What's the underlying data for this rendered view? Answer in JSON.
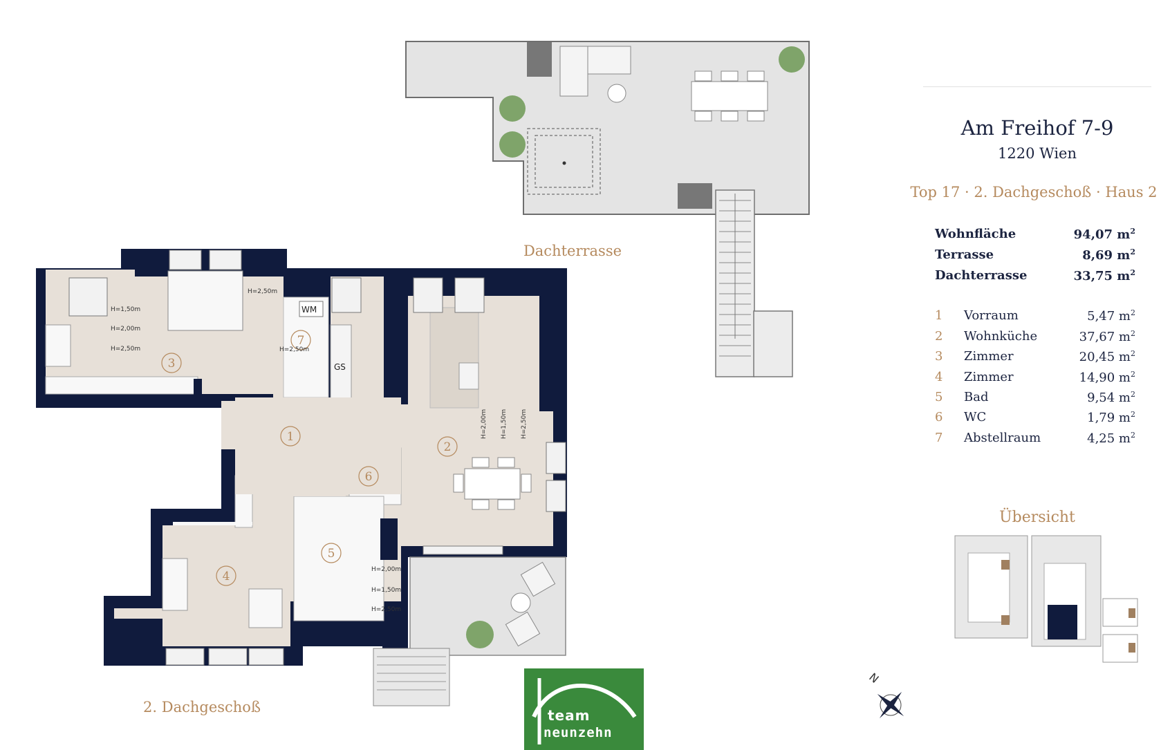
{
  "header": {
    "address": "Am Freihof 7-9",
    "city": "1220 Wien",
    "unit": "Top 17 · 2. Dachgeschoß · Haus 2"
  },
  "summary": [
    {
      "label": "Wohnfläche",
      "value": "94,07 m",
      "unit_sup": "2"
    },
    {
      "label": "Terrasse",
      "value": "8,69 m",
      "unit_sup": "2"
    },
    {
      "label": "Dachterrasse",
      "value": "33,75 m",
      "unit_sup": "2"
    }
  ],
  "rooms": [
    {
      "num": "1",
      "name": "Vorraum",
      "area": "5,47 m",
      "unit_sup": "2"
    },
    {
      "num": "2",
      "name": "Wohnküche",
      "area": "37,67 m",
      "unit_sup": "2"
    },
    {
      "num": "3",
      "name": "Zimmer",
      "area": "20,45 m",
      "unit_sup": "2"
    },
    {
      "num": "4",
      "name": "Zimmer",
      "area": "14,90 m",
      "unit_sup": "2"
    },
    {
      "num": "5",
      "name": "Bad",
      "area": "9,54 m",
      "unit_sup": "2"
    },
    {
      "num": "6",
      "name": "WC",
      "area": "1,79 m",
      "unit_sup": "2"
    },
    {
      "num": "7",
      "name": "Abstellraum",
      "area": "4,25 m",
      "unit_sup": "2"
    }
  ],
  "overview_label": "Übersicht",
  "plan": {
    "terrace_label": "Dachterrasse",
    "floor_label": "2. Dachgeschoß",
    "wm": "WM",
    "gs": "GS",
    "heights": [
      "H=2,50m",
      "H=1,50m",
      "H=2,00m",
      "H=2,50m",
      "H=2,50m",
      "H=2,00m",
      "H=1,50m",
      "H=2,50m",
      "H=2,00m",
      "H=1,50m",
      "H=2,50m"
    ],
    "room_markers": [
      "1",
      "2",
      "3",
      "4",
      "5",
      "6",
      "7"
    ]
  },
  "compass": {
    "north": "N"
  },
  "logo": {
    "line1": "team",
    "line2": "neunzehn"
  },
  "colors": {
    "wall": "#101b3d",
    "floor": "#e7e0d8",
    "terrace": "#e4e4e4",
    "accent": "#b58a5e",
    "logo_green": "#3a8a3c"
  }
}
